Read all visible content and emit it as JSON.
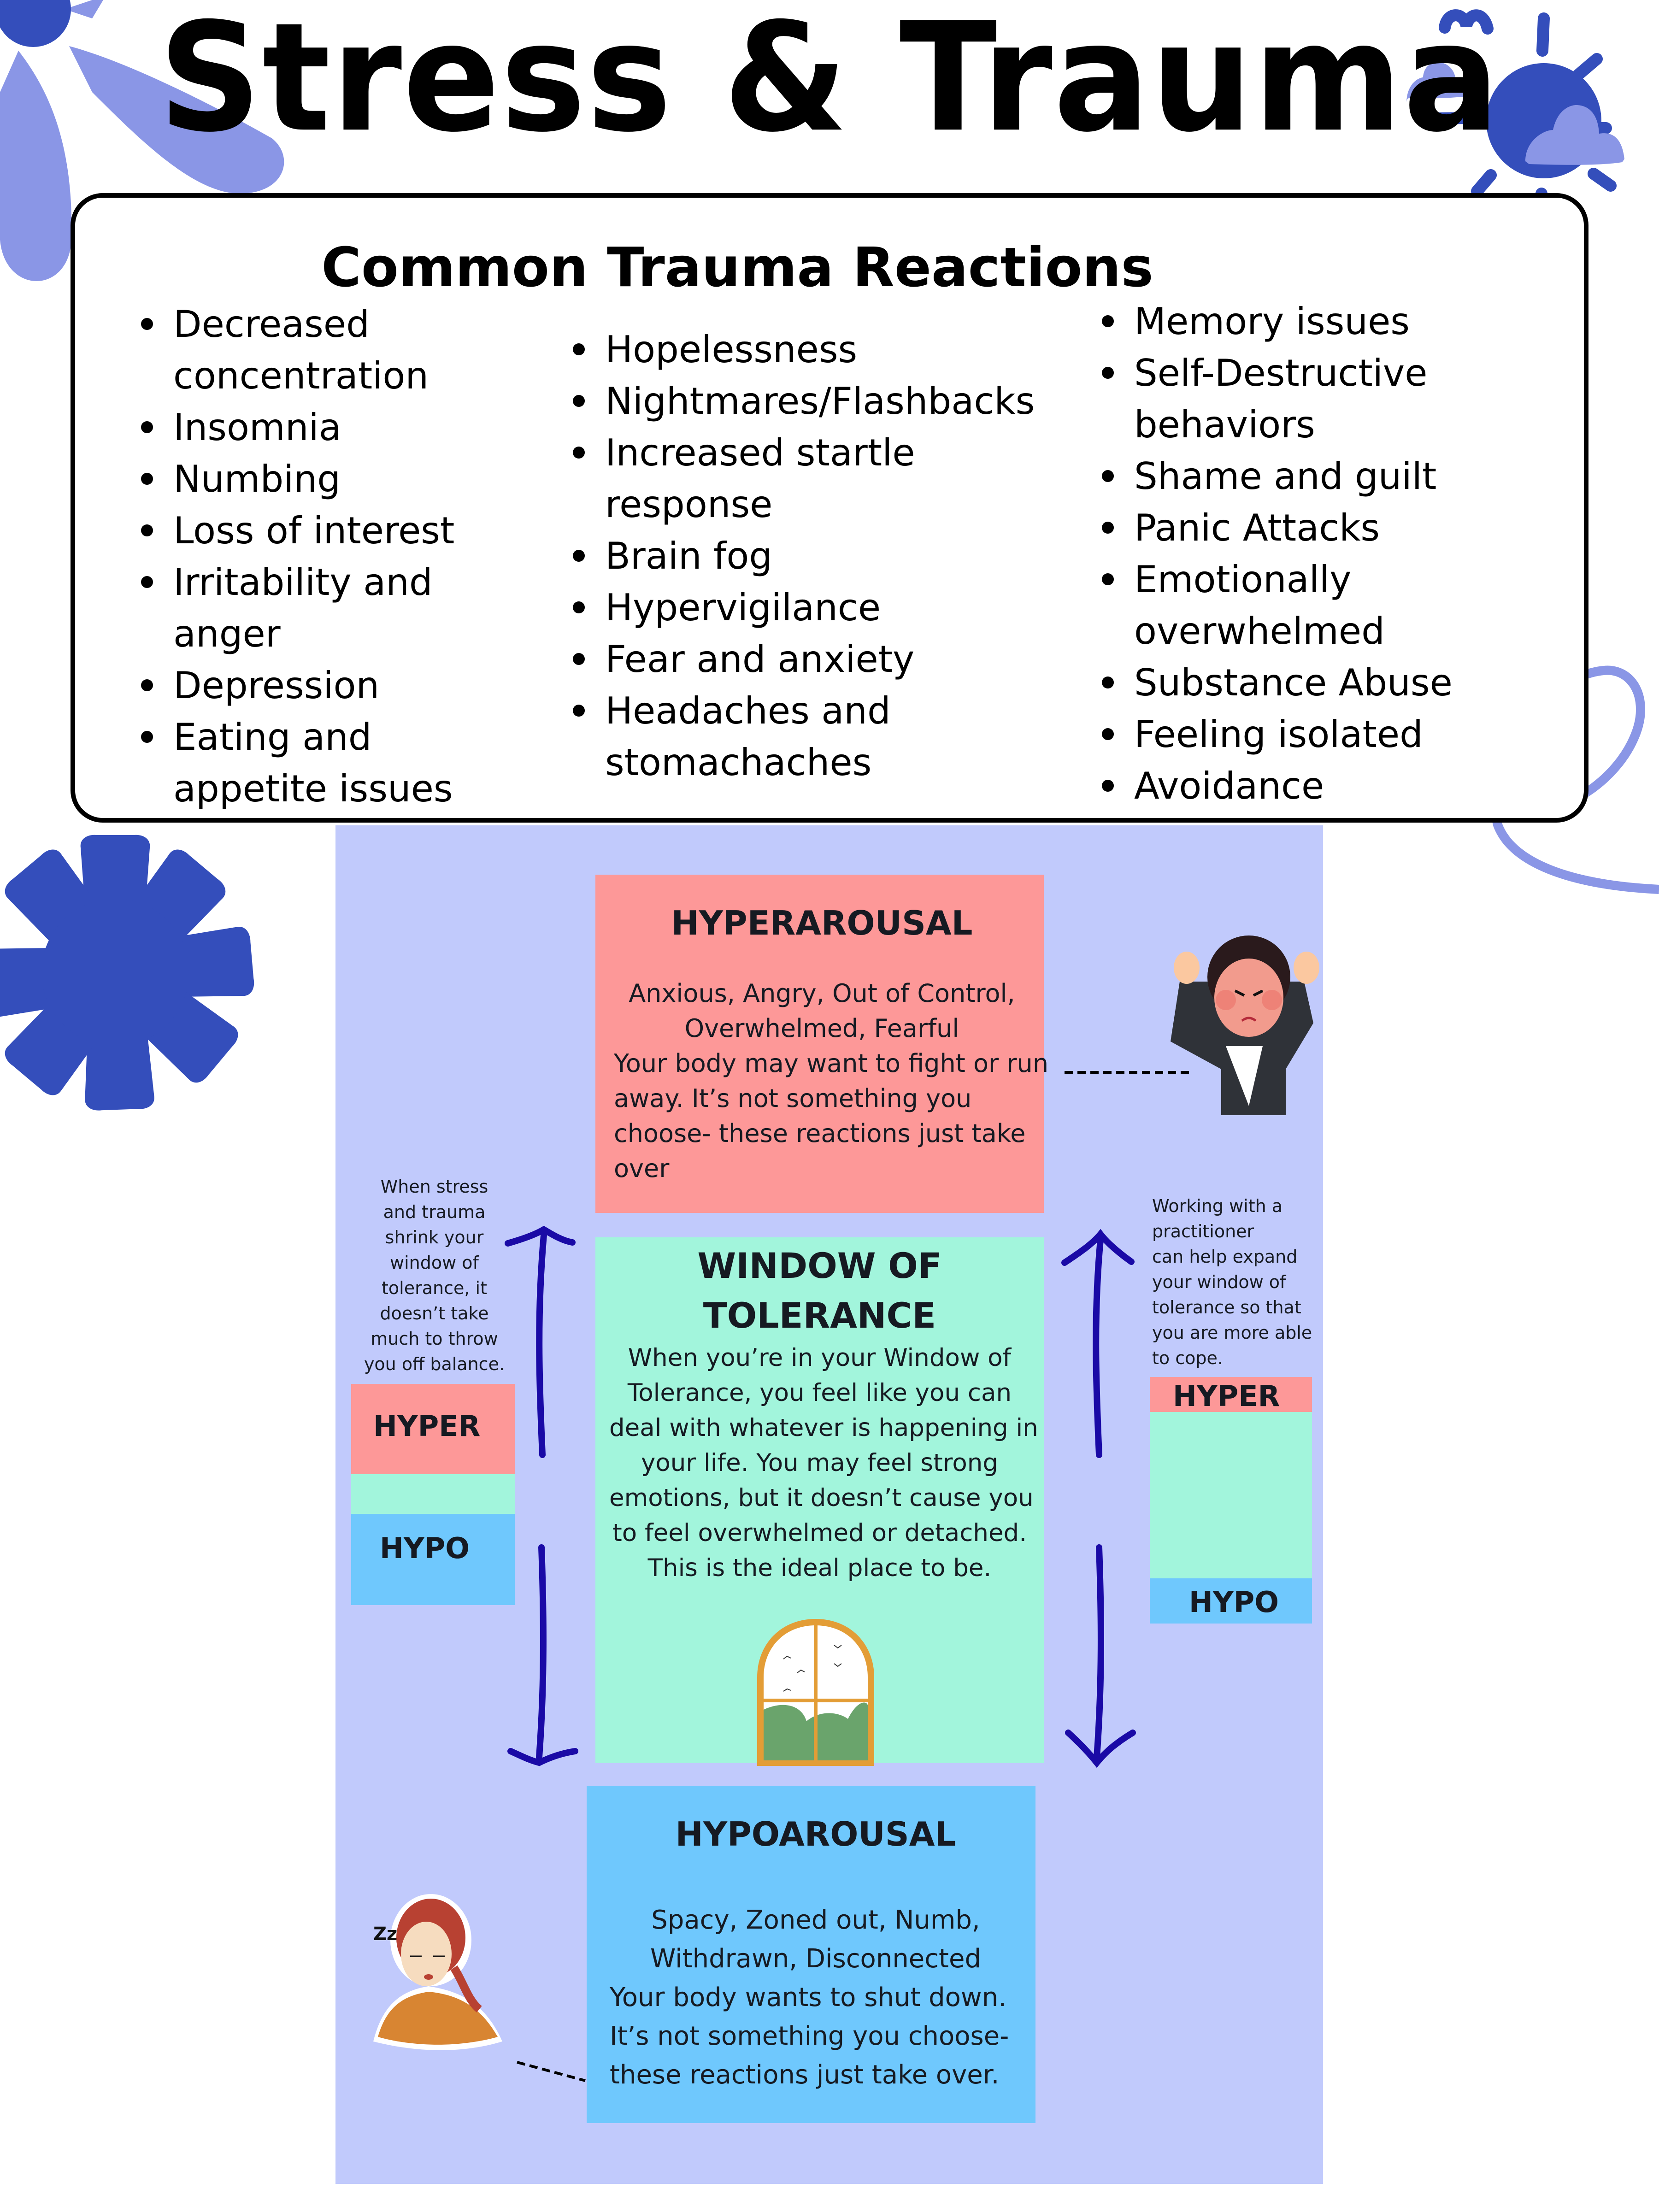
{
  "header": {
    "title": "Stress & Trauma"
  },
  "reactions": {
    "subtitle": "Common Trauma Reactions",
    "columns": [
      {
        "items": [
          [
            "Decreased",
            "concentration"
          ],
          [
            "Insomnia"
          ],
          [
            "Numbing"
          ],
          [
            "Loss of interest"
          ],
          [
            "Irritability and",
            "anger"
          ],
          [
            "Depression"
          ],
          [
            " Eating and",
            "appetite issues"
          ]
        ]
      },
      {
        "items": [
          [
            "Hopelessness"
          ],
          [
            "Nightmares/Flashbacks"
          ],
          [
            "Increased startle",
            "response"
          ],
          [
            "Brain fog"
          ],
          [
            "Hypervigilance"
          ],
          [
            "Fear and anxiety"
          ],
          [
            "Headaches and",
            "stomachaches"
          ]
        ]
      },
      {
        "items": [
          [
            "Memory issues"
          ],
          [
            "Self-Destructive",
            "behaviors"
          ],
          [
            "Shame and guilt"
          ],
          [
            "Panic Attacks"
          ],
          [
            "Emotionally",
            "overwhelmed"
          ],
          [
            "Substance Abuse"
          ],
          [
            "Feeling isolated"
          ],
          [
            "Avoidance"
          ]
        ]
      }
    ]
  },
  "window_diagram": {
    "hyperarousal": {
      "title": "HYPERAROUSAL",
      "words": [
        "Anxious, Angry, Out of Control,",
        "Overwhelmed, Fearful"
      ],
      "body": [
        "Your body may want to fight or run",
        "away. It’s not something you",
        "choose- these reactions just take",
        "over"
      ]
    },
    "window_of_tolerance": {
      "title": [
        "WINDOW OF",
        "TOLERANCE"
      ],
      "body": [
        "When you’re in your Window of",
        "Tolerance, you feel like you can",
        "deal with whatever is happening in",
        "your life. You may feel strong",
        "emotions, but it doesn’t cause you",
        "to feel overwhelmed or detached.",
        "This is the ideal place to be."
      ]
    },
    "hypoarousal": {
      "title": "HYPOAROUSAL",
      "words": [
        "Spacy, Zoned out, Numb,",
        "Withdrawn, Disconnected"
      ],
      "body": [
        "Your body wants to shut down.",
        "It’s not something you choose-",
        "these reactions just take over."
      ]
    },
    "left_note": {
      "text": [
        "When stress",
        "and trauma",
        "shrink your",
        "window of",
        "tolerance, it",
        "doesn’t take",
        "much to throw",
        "you off balance."
      ],
      "hyper_label": "HYPER",
      "hypo_label": "HYPO"
    },
    "right_note": {
      "text": [
        "Working with a",
        "practitioner",
        "can help expand",
        "your window of",
        "tolerance so that",
        "you are more able",
        "to cope."
      ],
      "hyper_label": "HYPER",
      "hypo_label": "HYPO"
    }
  },
  "colors": {
    "hyper": "#fd9898",
    "window": "#a2f5dc",
    "hypo": "#6fc8fd",
    "panel": "#c1cafc",
    "deco_dark": "#344ebb",
    "deco_light": "#8a96e6",
    "arrow": "#1a0aa6"
  }
}
